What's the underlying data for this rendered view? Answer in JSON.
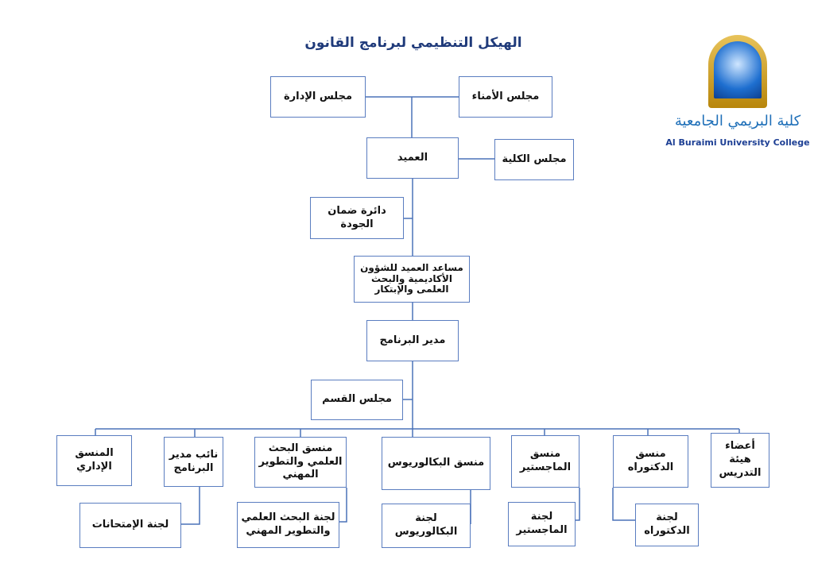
{
  "title": "الهيكل التنظيمي لبرنامج القانون",
  "logo": {
    "arabic": "كلية البريمي الجامعية",
    "english": "Al Buraimi University College"
  },
  "boxes": {
    "board_admin": "مجلس الإدارة",
    "board_trustees": "مجلس الأمناء",
    "dean": "العميد",
    "college_council": "مجلس الكلية",
    "quality": "دائرة ضمان الجودة",
    "assistant_dean": "مساعد العميد للشؤون الأكاديمية والبحث العلمى والإبتكار",
    "program_director": "مدير البرنامج",
    "dept_council": "مجلس القسم",
    "faculty": "أعضاء هيئة التدريس",
    "phd_coord": "منسق الدكتوراه",
    "masters_coord": "منسق الماجستير",
    "bachelor_coord": "منسق البكالوريوس",
    "research_coord": "منسق البحث العلمي والتطوير المهني",
    "deputy_director": "نائب مدير البرنامج",
    "admin_coord": "المنسق الإداري",
    "exams_committee": "لجنة الإمتحانات",
    "research_committee": "لجنة البحث العلمي والتطوير المهني",
    "bachelor_committee": "لجنة البكالوريوس",
    "masters_committee": "لجنة الماجستير",
    "phd_committee": "لجنة الدكتوراه"
  }
}
